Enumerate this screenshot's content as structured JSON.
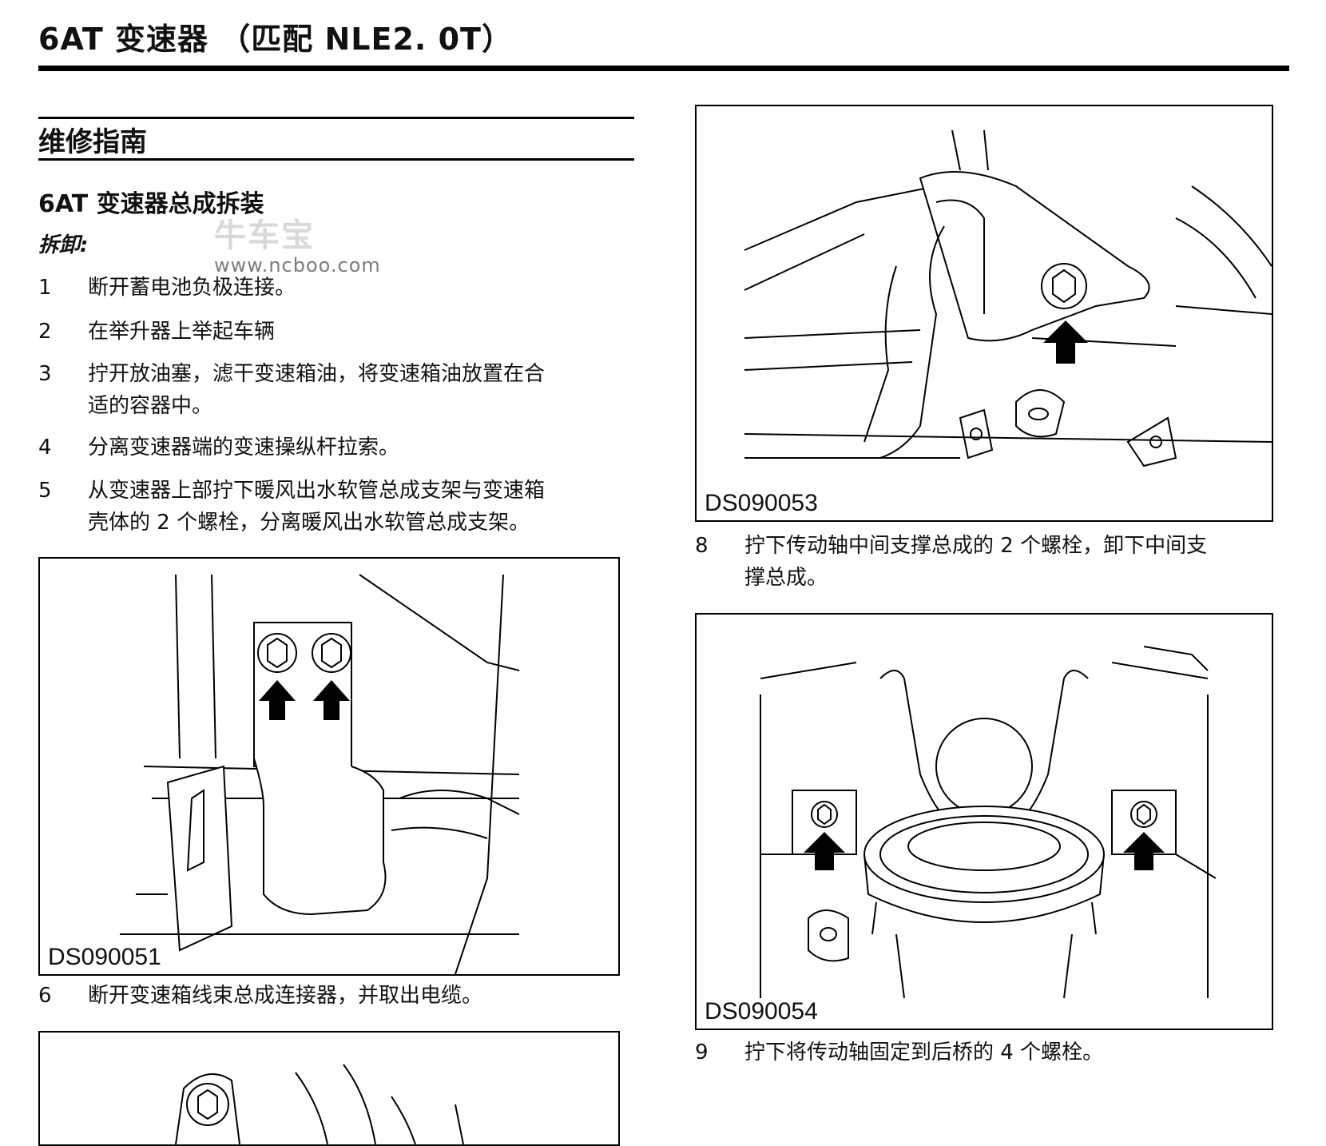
{
  "header": {
    "title": "6AT 变速器 （匹配 NLE2. 0T）"
  },
  "section": {
    "heading": "维修指南",
    "subheading": "6AT 变速器总成拆装",
    "removal_label": "拆卸:"
  },
  "watermark": {
    "name": "牛车宝",
    "url": "www.ncboo.com"
  },
  "steps": [
    {
      "num": "1",
      "lines": [
        "断开蓄电池负极连接。"
      ]
    },
    {
      "num": "2",
      "lines": [
        "在举升器上举起车辆"
      ]
    },
    {
      "num": "3",
      "lines": [
        "拧开放油塞，滤干变速箱油，将变速箱油放置在合",
        "适的容器中。"
      ]
    },
    {
      "num": "4",
      "lines": [
        "分离变速器端的变速操纵杆拉索。"
      ]
    },
    {
      "num": "5",
      "lines": [
        "从变速器上部拧下暖风出水软管总成支架与变速箱",
        "壳体的 2 个螺栓，分离暖风出水软管总成支架。"
      ]
    },
    {
      "num": "6",
      "lines": [
        "断开变速箱线束总成连接器，并取出电缆。"
      ]
    },
    {
      "num": "8",
      "lines": [
        "拧下传动轴中间支撑总成的 2 个螺栓，卸下中间支",
        "撑总成。"
      ]
    },
    {
      "num": "9",
      "lines": [
        "拧下将传动轴固定到后桥的 4 个螺栓。"
      ]
    }
  ],
  "figures": {
    "fig1": {
      "code": "DS090051"
    },
    "fig2": {
      "code": "DS090053"
    },
    "fig3": {
      "code": "DS090054"
    },
    "fig4": {
      "code": ""
    }
  }
}
